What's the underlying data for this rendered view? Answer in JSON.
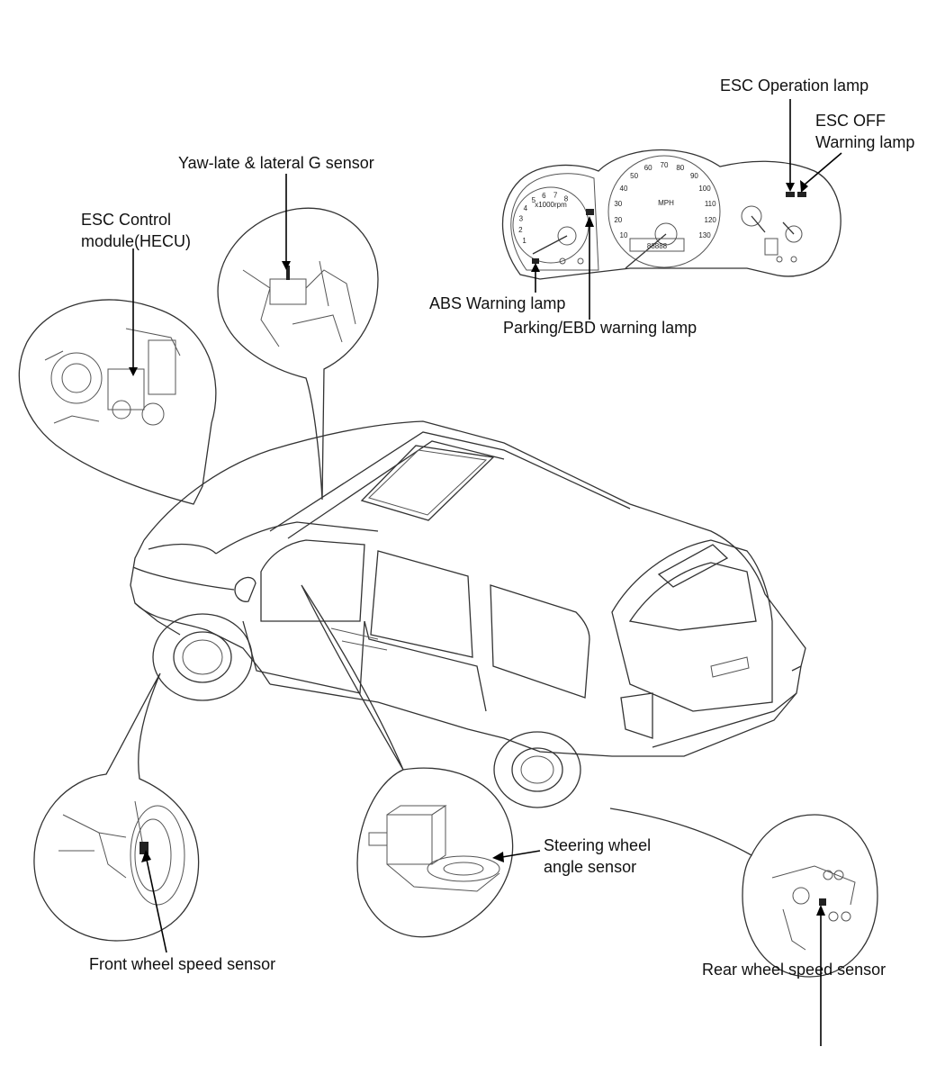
{
  "labels": {
    "esc_operation_lamp": "ESC Operation lamp",
    "esc_off_line1": "ESC OFF",
    "esc_off_line2": "Warning lamp",
    "yaw_sensor": "Yaw-late & lateral G sensor",
    "esc_control_line1": "ESC Control",
    "esc_control_line2": "module(HECU)",
    "abs_warning": "ABS Warning lamp",
    "parking_ebd": "Parking/EBD warning lamp",
    "steering_line1": "Steering wheel",
    "steering_line2": "angle sensor",
    "front_wheel": "Front wheel speed sensor",
    "rear_wheel": "Rear wheel speed sensor"
  },
  "cluster": {
    "tach_unit": "x1000rpm",
    "tach_ticks": [
      "1",
      "2",
      "3",
      "4",
      "5",
      "6",
      "7",
      "8"
    ],
    "speed_ticks": [
      "10",
      "20",
      "30",
      "40",
      "50",
      "60",
      "70",
      "80",
      "90",
      "100",
      "110",
      "120",
      "130"
    ],
    "speed_unit": "MPH",
    "odometer": "88888"
  },
  "colors": {
    "line": "#333333",
    "background": "#ffffff"
  }
}
